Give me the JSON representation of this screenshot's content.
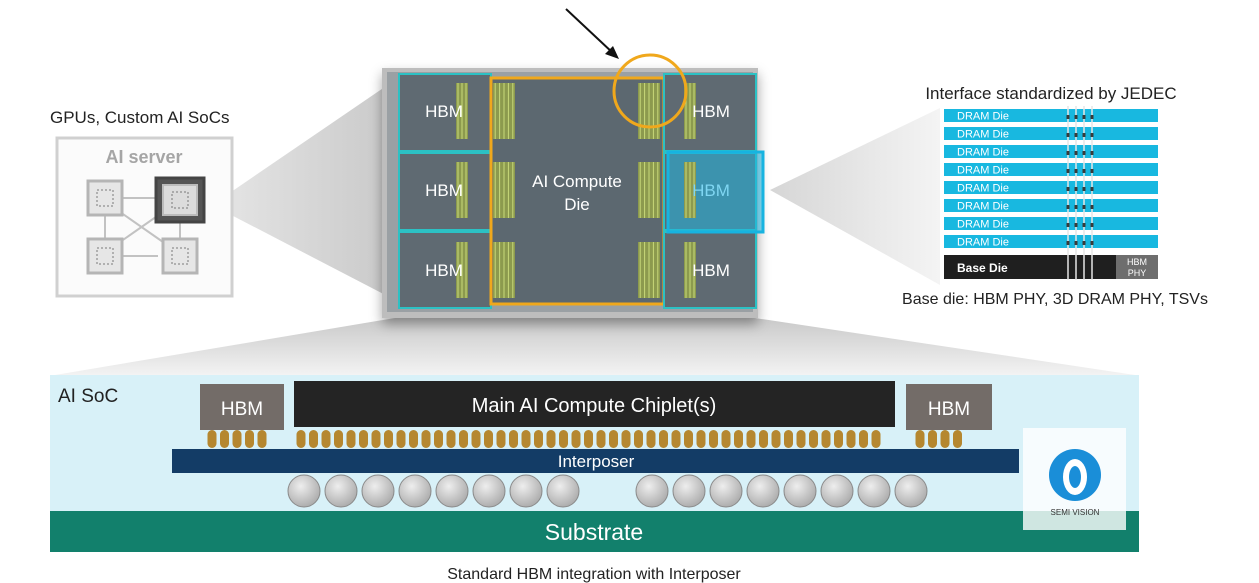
{
  "colors": {
    "cyan": "#18b8e0",
    "teal_border": "#2cc1c4",
    "orange": "#f0a81c",
    "die_gray": "#5e6a73",
    "interposer": "#133c66",
    "substrate": "#12806c",
    "soc_bg": "#d8f1f8",
    "hbm_block": "#736c68",
    "chiplet": "#242424",
    "bump": "#b5872f",
    "ball": "#cfcfcf",
    "hbm_label_cyan": "#7fd6f2"
  },
  "left_panel": {
    "caption": "GPUs, Custom AI SoCs",
    "server_label": "AI server"
  },
  "top_view": {
    "hbm_left": [
      "HBM",
      "HBM",
      "HBM"
    ],
    "hbm_right": [
      "HBM",
      "HBM",
      "HBM"
    ],
    "compute_die_line1": "AI Compute",
    "compute_die_line2": "Die"
  },
  "hbm_stack": {
    "title": "Interface standardized by JEDEC",
    "dram_dies": [
      "DRAM Die",
      "DRAM Die",
      "DRAM Die",
      "DRAM Die",
      "DRAM Die",
      "DRAM Die",
      "DRAM Die",
      "DRAM Die"
    ],
    "base_die": "Base Die",
    "hbm_phy_line1": "HBM",
    "hbm_phy_line2": "PHY",
    "caption": "Base die: HBM PHY, 3D DRAM PHY, TSVs"
  },
  "cross_section": {
    "soc_label": "AI SoC",
    "hbm_left": "HBM",
    "hbm_right": "HBM",
    "main_chiplet": "Main AI Compute Chiplet(s)",
    "interposer": "Interposer",
    "substrate": "Substrate",
    "caption": "Standard HBM integration with Interposer"
  },
  "watermark": {
    "text": "SEMI VISION"
  }
}
